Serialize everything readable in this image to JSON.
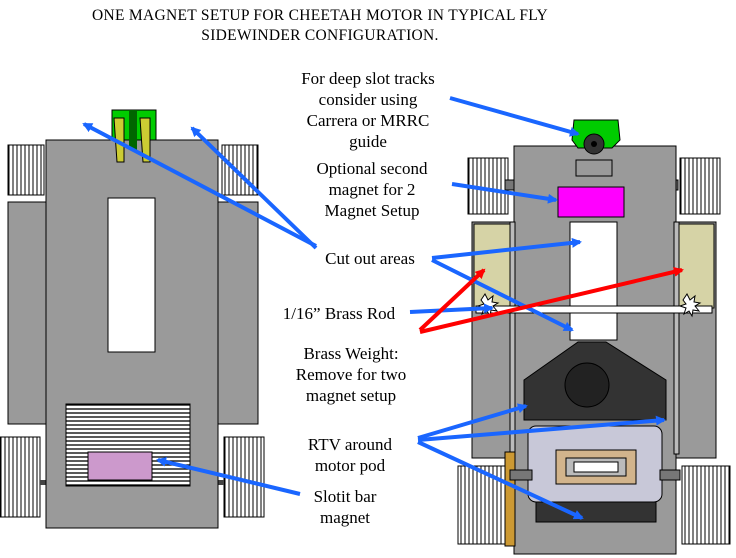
{
  "title": {
    "line1": "ONE MAGNET SETUP FOR CHEETAH MOTOR IN TYPICAL FLY",
    "line2": "SIDEWINDER CONFIGURATION."
  },
  "labels": {
    "deep_slot": "For deep slot tracks\nconsider using\nCarrera or MRRC\nguide",
    "optional_magnet": "Optional second\nmagnet for 2\nMagnet Setup",
    "cut_out": "Cut out areas",
    "brass_rod": "1/16” Brass Rod",
    "brass_weight": "Brass Weight:\nRemove for two\nmagnet setup",
    "rtv": "RTV around\nmotor pod",
    "slotit": "Slotit bar\nmagnet"
  },
  "colors": {
    "chassis": "#9a9a9a",
    "guide_green": "#00cc00",
    "magnet_magenta": "#ff00ff",
    "magnet_pink": "#cc99cc",
    "brass_weight": "#333333",
    "side_pad": "#d6d3a6",
    "arrow_blue": "#1a66ff",
    "arrow_red": "#ff0000"
  }
}
